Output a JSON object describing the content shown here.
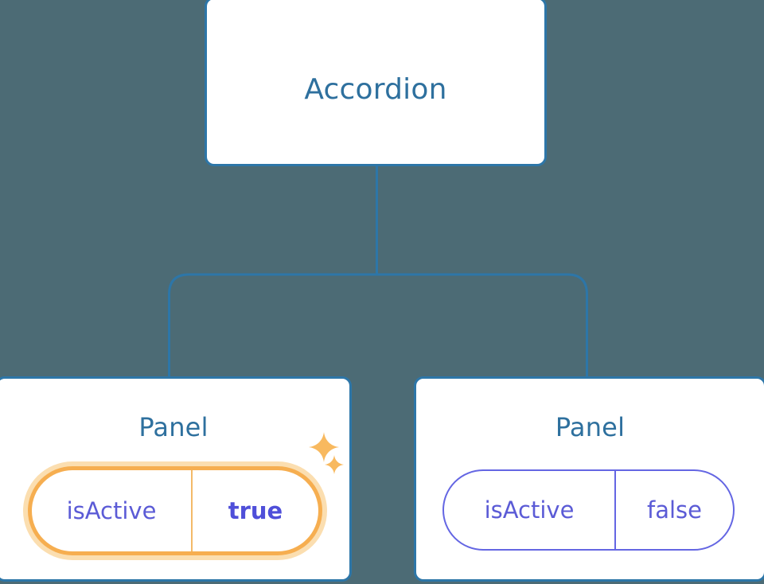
{
  "diagram": {
    "type": "component-tree",
    "background_color": "#4c6b75",
    "edge_color": "#2d76a8",
    "node_border_color": "#2d76a8",
    "node_title_color": "#2e709e",
    "prop_text_color": "#5b5bd6",
    "highlight_color": "#f6ae50",
    "highlight_glow_color": "#fbdeb0"
  },
  "root": {
    "title": "Accordion"
  },
  "panels": [
    {
      "title": "Panel",
      "prop": {
        "key": "isActive",
        "value": "true"
      },
      "highlighted": true,
      "sparkles": [
        "sparkle-icon-large",
        "sparkle-icon-small"
      ]
    },
    {
      "title": "Panel",
      "prop": {
        "key": "isActive",
        "value": "false"
      },
      "highlighted": false,
      "sparkles": []
    }
  ]
}
